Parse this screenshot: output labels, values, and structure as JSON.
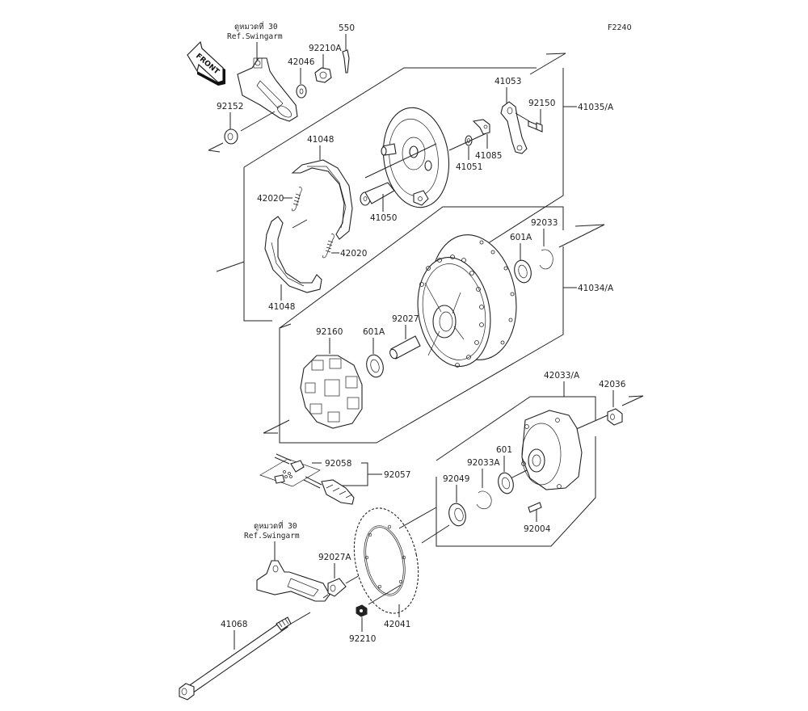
{
  "diagram": {
    "code": "F2240",
    "front_label": "FRONT",
    "references": [
      {
        "thai": "ดูหมวดที่ 30",
        "ref": "Ref.Swingarm"
      },
      {
        "thai": "ดูหมวดที่ 30",
        "ref": "Ref.Swingarm"
      }
    ],
    "parts": [
      {
        "id": "550",
        "name": "cotter-pin"
      },
      {
        "id": "92210A",
        "name": "castle-nut"
      },
      {
        "id": "42046",
        "name": "washer"
      },
      {
        "id": "92152",
        "name": "collar"
      },
      {
        "id": "41053",
        "name": "brake-cam-lever"
      },
      {
        "id": "92150",
        "name": "bolt"
      },
      {
        "id": "41035/A",
        "name": "brake-panel-assy"
      },
      {
        "id": "41085",
        "name": "wear-indicator"
      },
      {
        "id": "41051",
        "name": "seal"
      },
      {
        "id": "41048",
        "name": "brake-shoe-upper"
      },
      {
        "id": "42020",
        "name": "spring-upper"
      },
      {
        "id": "41050",
        "name": "brake-cam"
      },
      {
        "id": "42020",
        "name": "spring-lower"
      },
      {
        "id": "41048",
        "name": "brake-shoe-lower"
      },
      {
        "id": "92033",
        "name": "circlip-hub"
      },
      {
        "id": "601A",
        "name": "bearing-hub-right"
      },
      {
        "id": "41034/A",
        "name": "rear-hub-assy"
      },
      {
        "id": "92160",
        "name": "hub-damper"
      },
      {
        "id": "601A",
        "name": "bearing-hub-left"
      },
      {
        "id": "92027",
        "name": "distance-collar"
      },
      {
        "id": "42033/A",
        "name": "sprocket-coupling-assy"
      },
      {
        "id": "42036",
        "name": "coupling-collar"
      },
      {
        "id": "601",
        "name": "bearing-coupling"
      },
      {
        "id": "92033A",
        "name": "circlip-coupling"
      },
      {
        "id": "92049",
        "name": "oil-seal"
      },
      {
        "id": "92004",
        "name": "stud"
      },
      {
        "id": "92058",
        "name": "chain-joint"
      },
      {
        "id": "92057",
        "name": "drive-chain"
      },
      {
        "id": "92027A",
        "name": "collar-axle"
      },
      {
        "id": "42041",
        "name": "rear-sprocket"
      },
      {
        "id": "92210",
        "name": "nut"
      },
      {
        "id": "41068",
        "name": "rear-axle"
      }
    ]
  }
}
